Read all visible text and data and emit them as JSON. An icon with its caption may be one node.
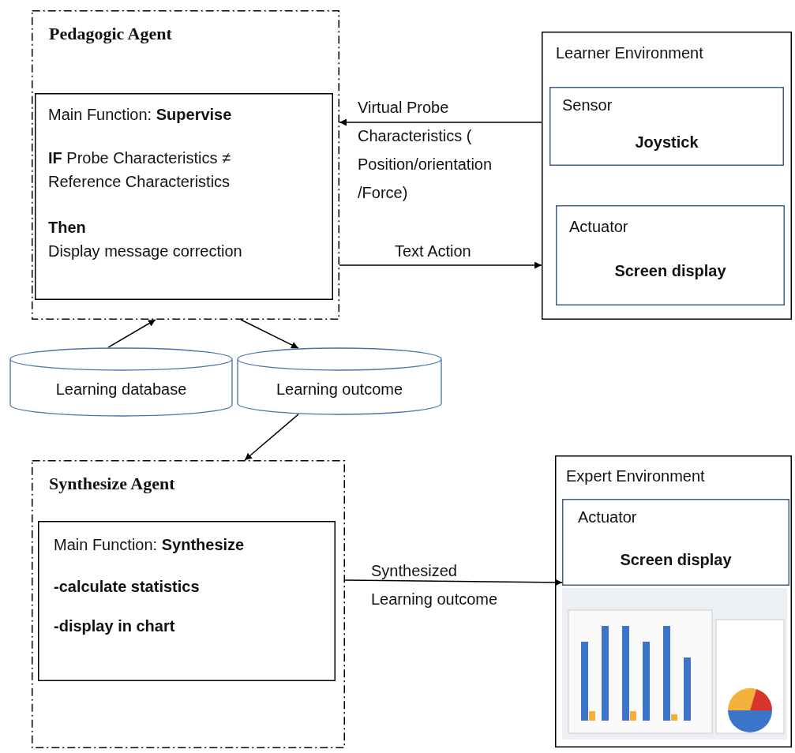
{
  "diagram": {
    "nodes": [
      {
        "text": [
          "Pedagogic Agent"
        ]
      },
      {
        "text": [
          "Main Function: **Supervise**",
          "**IF** Probe Characteristics ≠ Reference Characteristics",
          "**Then** Display message correction"
        ],
        "in": 0
      },
      {
        "text": [
          "Learner Environment"
        ]
      },
      {
        "text": [
          "Sensor",
          "Joystick"
        ],
        "in": 2
      },
      {
        "text": [
          "Actuator",
          "Screen display"
        ],
        "in": 2
      },
      {
        "text": [
          "Learning database"
        ]
      },
      {
        "text": [
          "Learning outcome"
        ]
      },
      {
        "text": [
          "Synthesize Agent"
        ]
      },
      {
        "text": [
          "Main Function: **Synthesize**",
          "-calculate statistics",
          "-display in chart"
        ],
        "in": 7
      },
      {
        "text": [
          "Expert Environment"
        ]
      },
      {
        "text": [
          "Actuator",
          "Screen display"
        ],
        "in": 9
      }
    ],
    "edges": [
      {
        "from": 2,
        "to": 0,
        "arrow": "to",
        "label": "Virtual Probe Characteristics ( Position/orientation /Force)"
      },
      {
        "from": 0,
        "to": 2,
        "arrow": "to",
        "label": "Text Action"
      },
      {
        "from": 5,
        "to": 0,
        "arrow": "to"
      },
      {
        "from": 0,
        "to": 6,
        "arrow": "to"
      },
      {
        "from": 6,
        "to": 7,
        "arrow": "to"
      },
      {
        "from": 7,
        "to": 10,
        "arrow": "to",
        "label": "Synthesized Learning outcome"
      }
    ]
  }
}
